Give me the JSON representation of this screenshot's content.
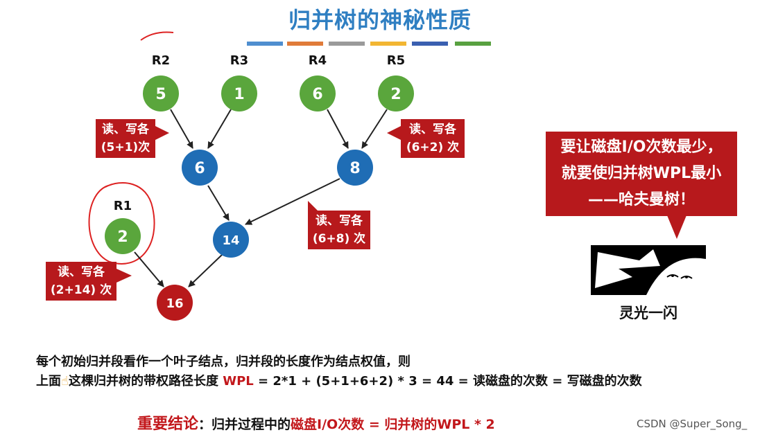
{
  "title": "归并树的神秘性质",
  "stripe_colors": [
    "#4f8ecf",
    "#e07b39",
    "#9a9a9a",
    "#f2b632",
    "#3a5fb0",
    "#58a140"
  ],
  "leaves": [
    {
      "label": "R2",
      "value": "5"
    },
    {
      "label": "R3",
      "value": "1"
    },
    {
      "label": "R4",
      "value": "6"
    },
    {
      "label": "R5",
      "value": "2"
    },
    {
      "label": "R1",
      "value": "2"
    }
  ],
  "internal_nodes": [
    "6",
    "8",
    "14"
  ],
  "root": "16",
  "callouts": [
    {
      "line1": "读、写各",
      "line2": "(5+1)次"
    },
    {
      "line1": "读、写各",
      "line2": "(6+2) 次"
    },
    {
      "line1": "读、写各",
      "line2": "(6+8) 次"
    },
    {
      "line1": "读、写各",
      "line2": "(2+14) 次"
    }
  ],
  "side_callout": {
    "line1": "要让磁盘I/O次数最少，",
    "line2": "就要使归并树WPL最小",
    "line3": "——哈夫曼树！"
  },
  "meme_caption": "灵光一闪",
  "explanation": {
    "line1": "每个初始归并段看作一个叶子结点，归并段的长度作为结点权值，则",
    "line2_prefix": "上面",
    "line2_pointer_icon": "pointing-hand-icon",
    "line2_mid": "这棵归并树的带权路径长度 ",
    "line2_wpl": "WPL",
    "line2_formula": " =  2*1 + (5+1+6+2) * 3 =  44  = 读磁盘的次数 = 写磁盘的次数"
  },
  "conclusion": {
    "label": "重要结论",
    "colon": "：",
    "text1": "归并过程中的",
    "highlight1": "磁盘I/O次数",
    "text2": " = ",
    "highlight2": "归并树的WPL * 2"
  },
  "watermark": "CSDN @Super_Song_",
  "colors": {
    "leaf": "#5aa63c",
    "internal": "#1f6db5",
    "root": "#b8191b",
    "accent_red": "#b7191c",
    "title_blue": "#2f7fc2"
  }
}
